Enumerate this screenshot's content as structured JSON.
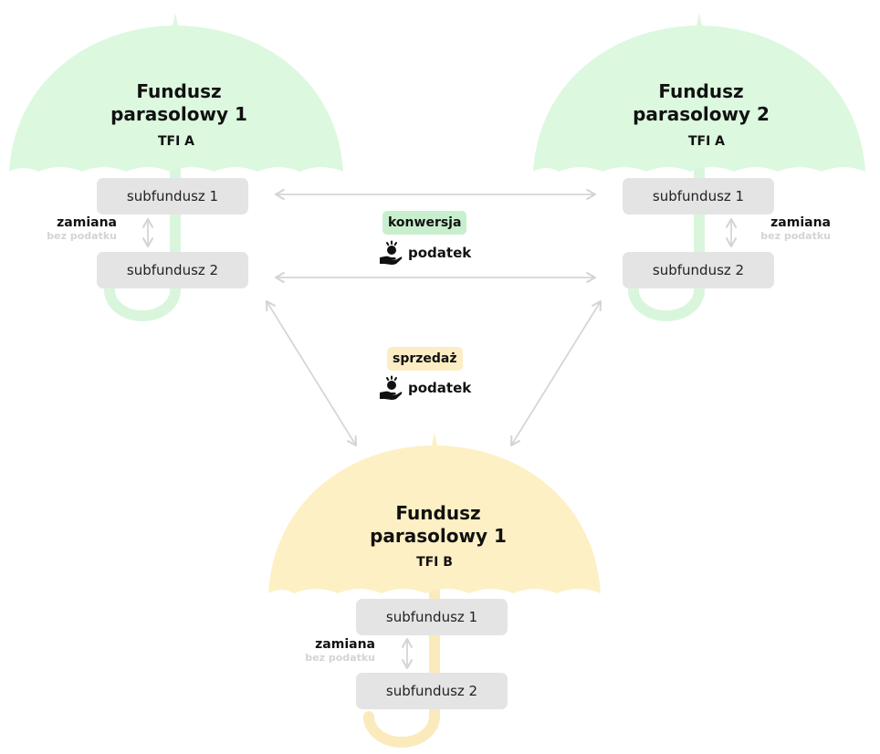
{
  "colors": {
    "green_canopy": "#dcf8df",
    "green_handle": "#d9f6dc",
    "yellow_canopy": "#fdf0c4",
    "yellow_handle": "#fbeabb",
    "box": "#e4e4e4",
    "arrow": "#d6d6d6",
    "konwersja_bg": "#c8efcd",
    "sprzedaz_bg": "#fdedc4"
  },
  "umbrellas": [
    {
      "title": "Fundusz parasolowy 1",
      "tfi": "TFI A",
      "sub1": "subfundusz 1",
      "sub2": "subfundusz 2",
      "swap": "zamiana",
      "swap_note": "bez podatku"
    },
    {
      "title": "Fundusz parasolowy 2",
      "tfi": "TFI A",
      "sub1": "subfundusz 1",
      "sub2": "subfundusz 2",
      "swap": "zamiana",
      "swap_note": "bez podatku"
    },
    {
      "title": "Fundusz parasolowy 1",
      "tfi": "TFI B",
      "sub1": "subfundusz 1",
      "sub2": "subfundusz 2",
      "swap": "zamiana",
      "swap_note": "bez podatku"
    }
  ],
  "links": {
    "conversion": {
      "label": "konwersja",
      "tax": "podatek",
      "icon": "hand-coin-icon"
    },
    "sale": {
      "label": "sprzedaż",
      "tax": "podatek",
      "icon": "hand-coin-icon"
    }
  }
}
